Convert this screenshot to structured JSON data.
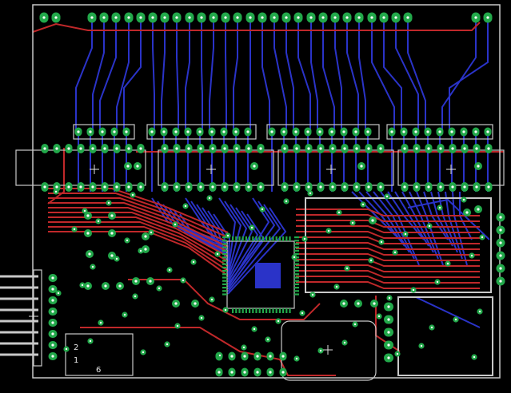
{
  "colors": {
    "background": "#000000",
    "outline": "#c8c8c8",
    "top_copper": "#c0282a",
    "bottom_copper": "#2a33c8",
    "pad": "#22a84a",
    "drill": "#ffffff",
    "silkscreen": "#c8c8c8"
  },
  "labels": {
    "pin_two": "2",
    "pin_one": "1",
    "pin_six": "6"
  },
  "icons": [
    "pad-icon",
    "via-icon",
    "chip-icon",
    "header-pin-icon"
  ]
}
